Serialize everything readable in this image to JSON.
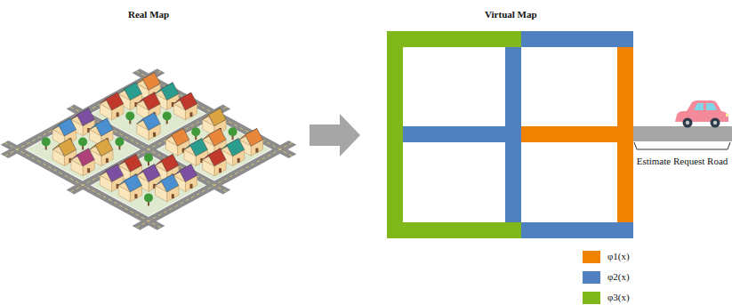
{
  "diagram": {
    "labels": [
      "Real Map",
      "Virtual Map",
      "Estimate Request Road"
    ],
    "legend": [
      {
        "text": "φ1(x)",
        "color": "#ef8200"
      },
      {
        "text": "φ2(x)",
        "color": "#4f81c0"
      },
      {
        "text": "φ3(x)",
        "color": "#80b81c"
      }
    ]
  }
}
